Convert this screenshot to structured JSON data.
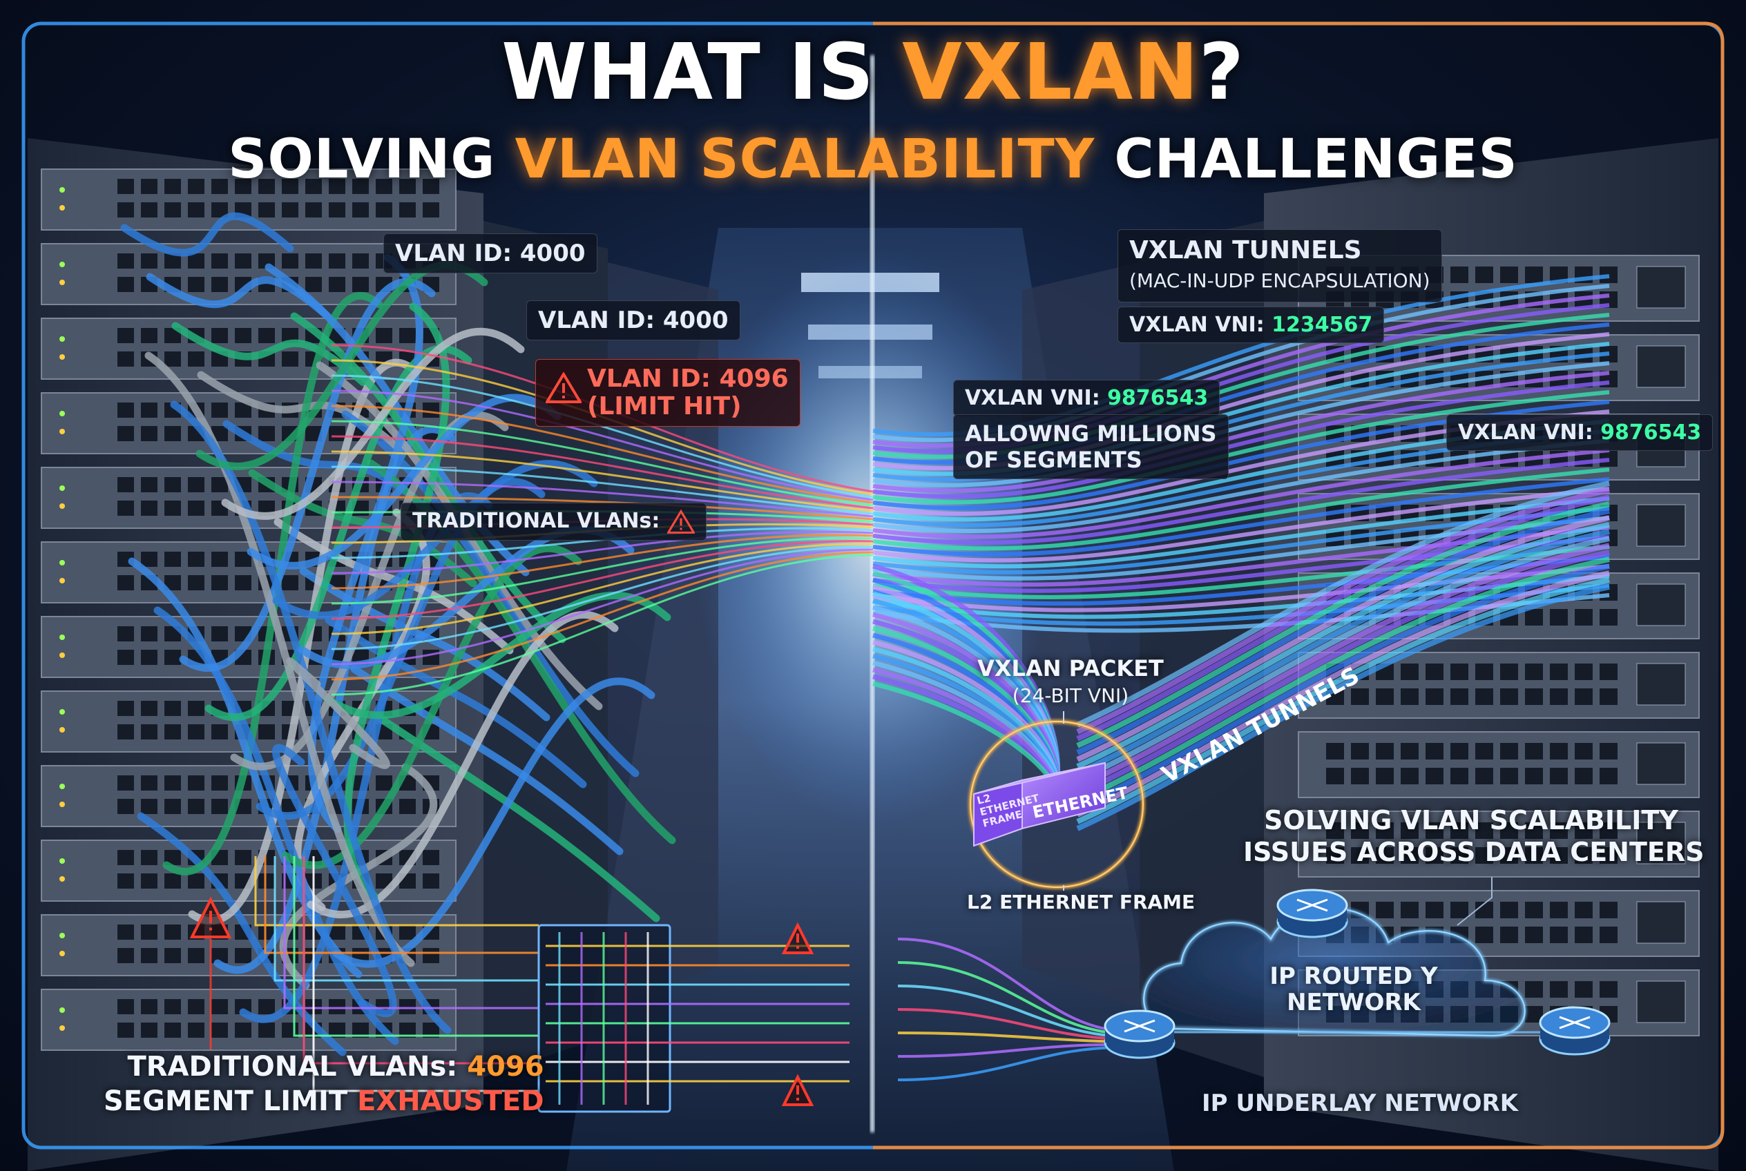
{
  "title": {
    "line1_prefix": "WHAT IS ",
    "line1_highlight": "VXLAN",
    "line1_suffix": "?",
    "line2_prefix": "SOLVING ",
    "line2_highlight": "VLAN SCALABILITY",
    "line2_suffix": " CHALLENGES"
  },
  "left": {
    "vlan_label_1": "VLAN ID: 4000",
    "vlan_label_2": "VLAN ID: 4000",
    "limit_label_line1": "VLAN ID: 4096",
    "limit_label_line2": "(LIMIT HIT)",
    "traditional_label": "TRADITIONAL VLANs:",
    "bottom_line1_prefix": "TRADITIONAL VLANs: ",
    "bottom_line1_value": "4096",
    "bottom_line2_prefix": "SEGMENT LIMIT ",
    "bottom_line2_value": "EXHAUSTED"
  },
  "right": {
    "tunnels_title": "VXLAN TUNNELS",
    "tunnels_subtitle": "(MAC-IN-UDP ENCAPSULATION)",
    "vni_1_prefix": "VXLAN VNI: ",
    "vni_1_value": "1234567",
    "vni_2_prefix": "VXLAN VNI: ",
    "vni_2_value": "9876543",
    "vni_3_prefix": "VXLAN VNI: ",
    "vni_3_value": "9876543",
    "millions_line1": "ALLOWNG MILLIONS",
    "millions_line2": "OF SEGMENTS",
    "packet_title": "VXLAN PACKET",
    "packet_subtitle": "(24-BIT VNI)",
    "tunnel_cable_label": "VXLAN TUNNELS",
    "frame_side_text": "L2 ETHERNET FRAME",
    "frame_front_text": "ETHERNET",
    "frame_label": "L2 ETHERNET FRAME",
    "solving_line1": "SOLVING VLAN SCALABILITY",
    "solving_line2": "ISSUES ACROSS DATA CENTERS",
    "cloud_line1": "IP ROUTED Y",
    "cloud_line2": "NETWORK",
    "underlay": "IP UNDERLAY NETWORK"
  },
  "colors": {
    "accent_orange": "#ff9a2e",
    "alert_red": "#ff5a4a",
    "vni_green": "#3dffa4",
    "tunnel_blue": "#3aa0ff",
    "tunnel_purple": "#a86cff"
  }
}
